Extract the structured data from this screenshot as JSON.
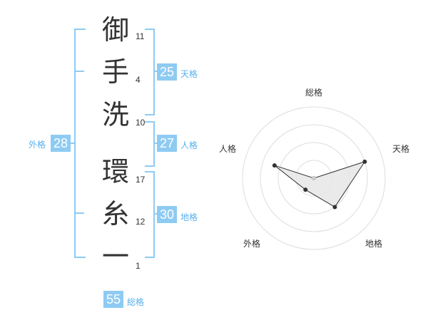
{
  "name_chars": [
    {
      "char": "御",
      "strokes": "11"
    },
    {
      "char": "手",
      "strokes": "4"
    },
    {
      "char": "洗",
      "strokes": "10"
    },
    {
      "char": "環",
      "strokes": "17"
    },
    {
      "char": "糸",
      "strokes": "12"
    },
    {
      "char": "一",
      "strokes": "1"
    }
  ],
  "kaku": {
    "tenkaku": {
      "value": "25",
      "label": "天格"
    },
    "jinkaku": {
      "value": "27",
      "label": "人格"
    },
    "chikaku": {
      "value": "30",
      "label": "地格"
    },
    "gaikaku": {
      "value": "28",
      "label": "外格"
    },
    "soukaku": {
      "value": "55",
      "label": "総格"
    }
  },
  "colors": {
    "accent": "#8ecbf3",
    "accent_text": "#5ab1ec",
    "fill": "#e6e6e6"
  },
  "chart_data": {
    "type": "radar",
    "axes": [
      "総格",
      "天格",
      "地格",
      "外格",
      "人格"
    ],
    "values": [
      0.0,
      0.75,
      0.5,
      0.2,
      0.58
    ],
    "range": [
      0,
      1
    ]
  }
}
